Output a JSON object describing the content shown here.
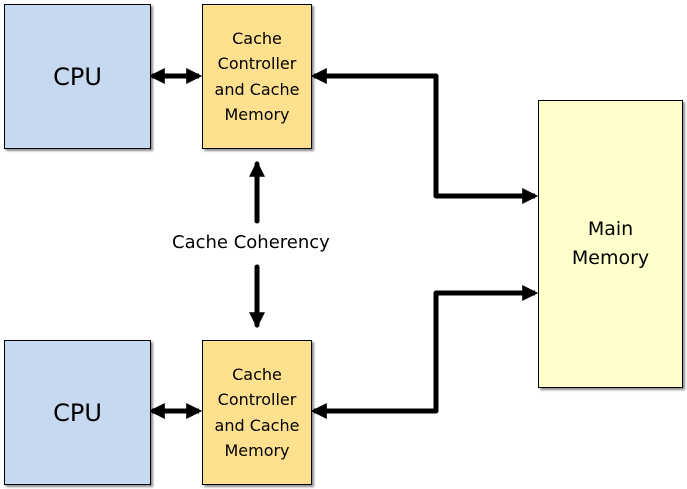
{
  "diagram": {
    "type": "block-diagram",
    "colors": {
      "cpu_fill": "#c6d9f1",
      "cache_fill": "#ffe08f",
      "memory_fill": "#ffffcc",
      "arrow": "#000000"
    },
    "nodes": {
      "cpu_top": {
        "label": "CPU"
      },
      "cache_top": {
        "lines": [
          "Cache",
          "Controller",
          "and Cache",
          "Memory"
        ]
      },
      "cpu_bottom": {
        "label": "CPU"
      },
      "cache_bottom": {
        "lines": [
          "Cache",
          "Controller",
          "and Cache",
          "Memory"
        ]
      },
      "main_memory": {
        "lines": [
          "Main",
          "Memory"
        ]
      }
    },
    "coherency_label": "Cache Coherency",
    "edges": [
      {
        "from": "cpu_top",
        "to": "cache_top",
        "direction": "bidirectional"
      },
      {
        "from": "cpu_bottom",
        "to": "cache_bottom",
        "direction": "bidirectional"
      },
      {
        "from": "cache_top",
        "to": "main_memory",
        "direction": "bidirectional"
      },
      {
        "from": "cache_bottom",
        "to": "main_memory",
        "direction": "bidirectional"
      },
      {
        "from": "cache_top",
        "to": "cache_bottom",
        "direction": "bidirectional",
        "label": "Cache Coherency"
      }
    ]
  }
}
